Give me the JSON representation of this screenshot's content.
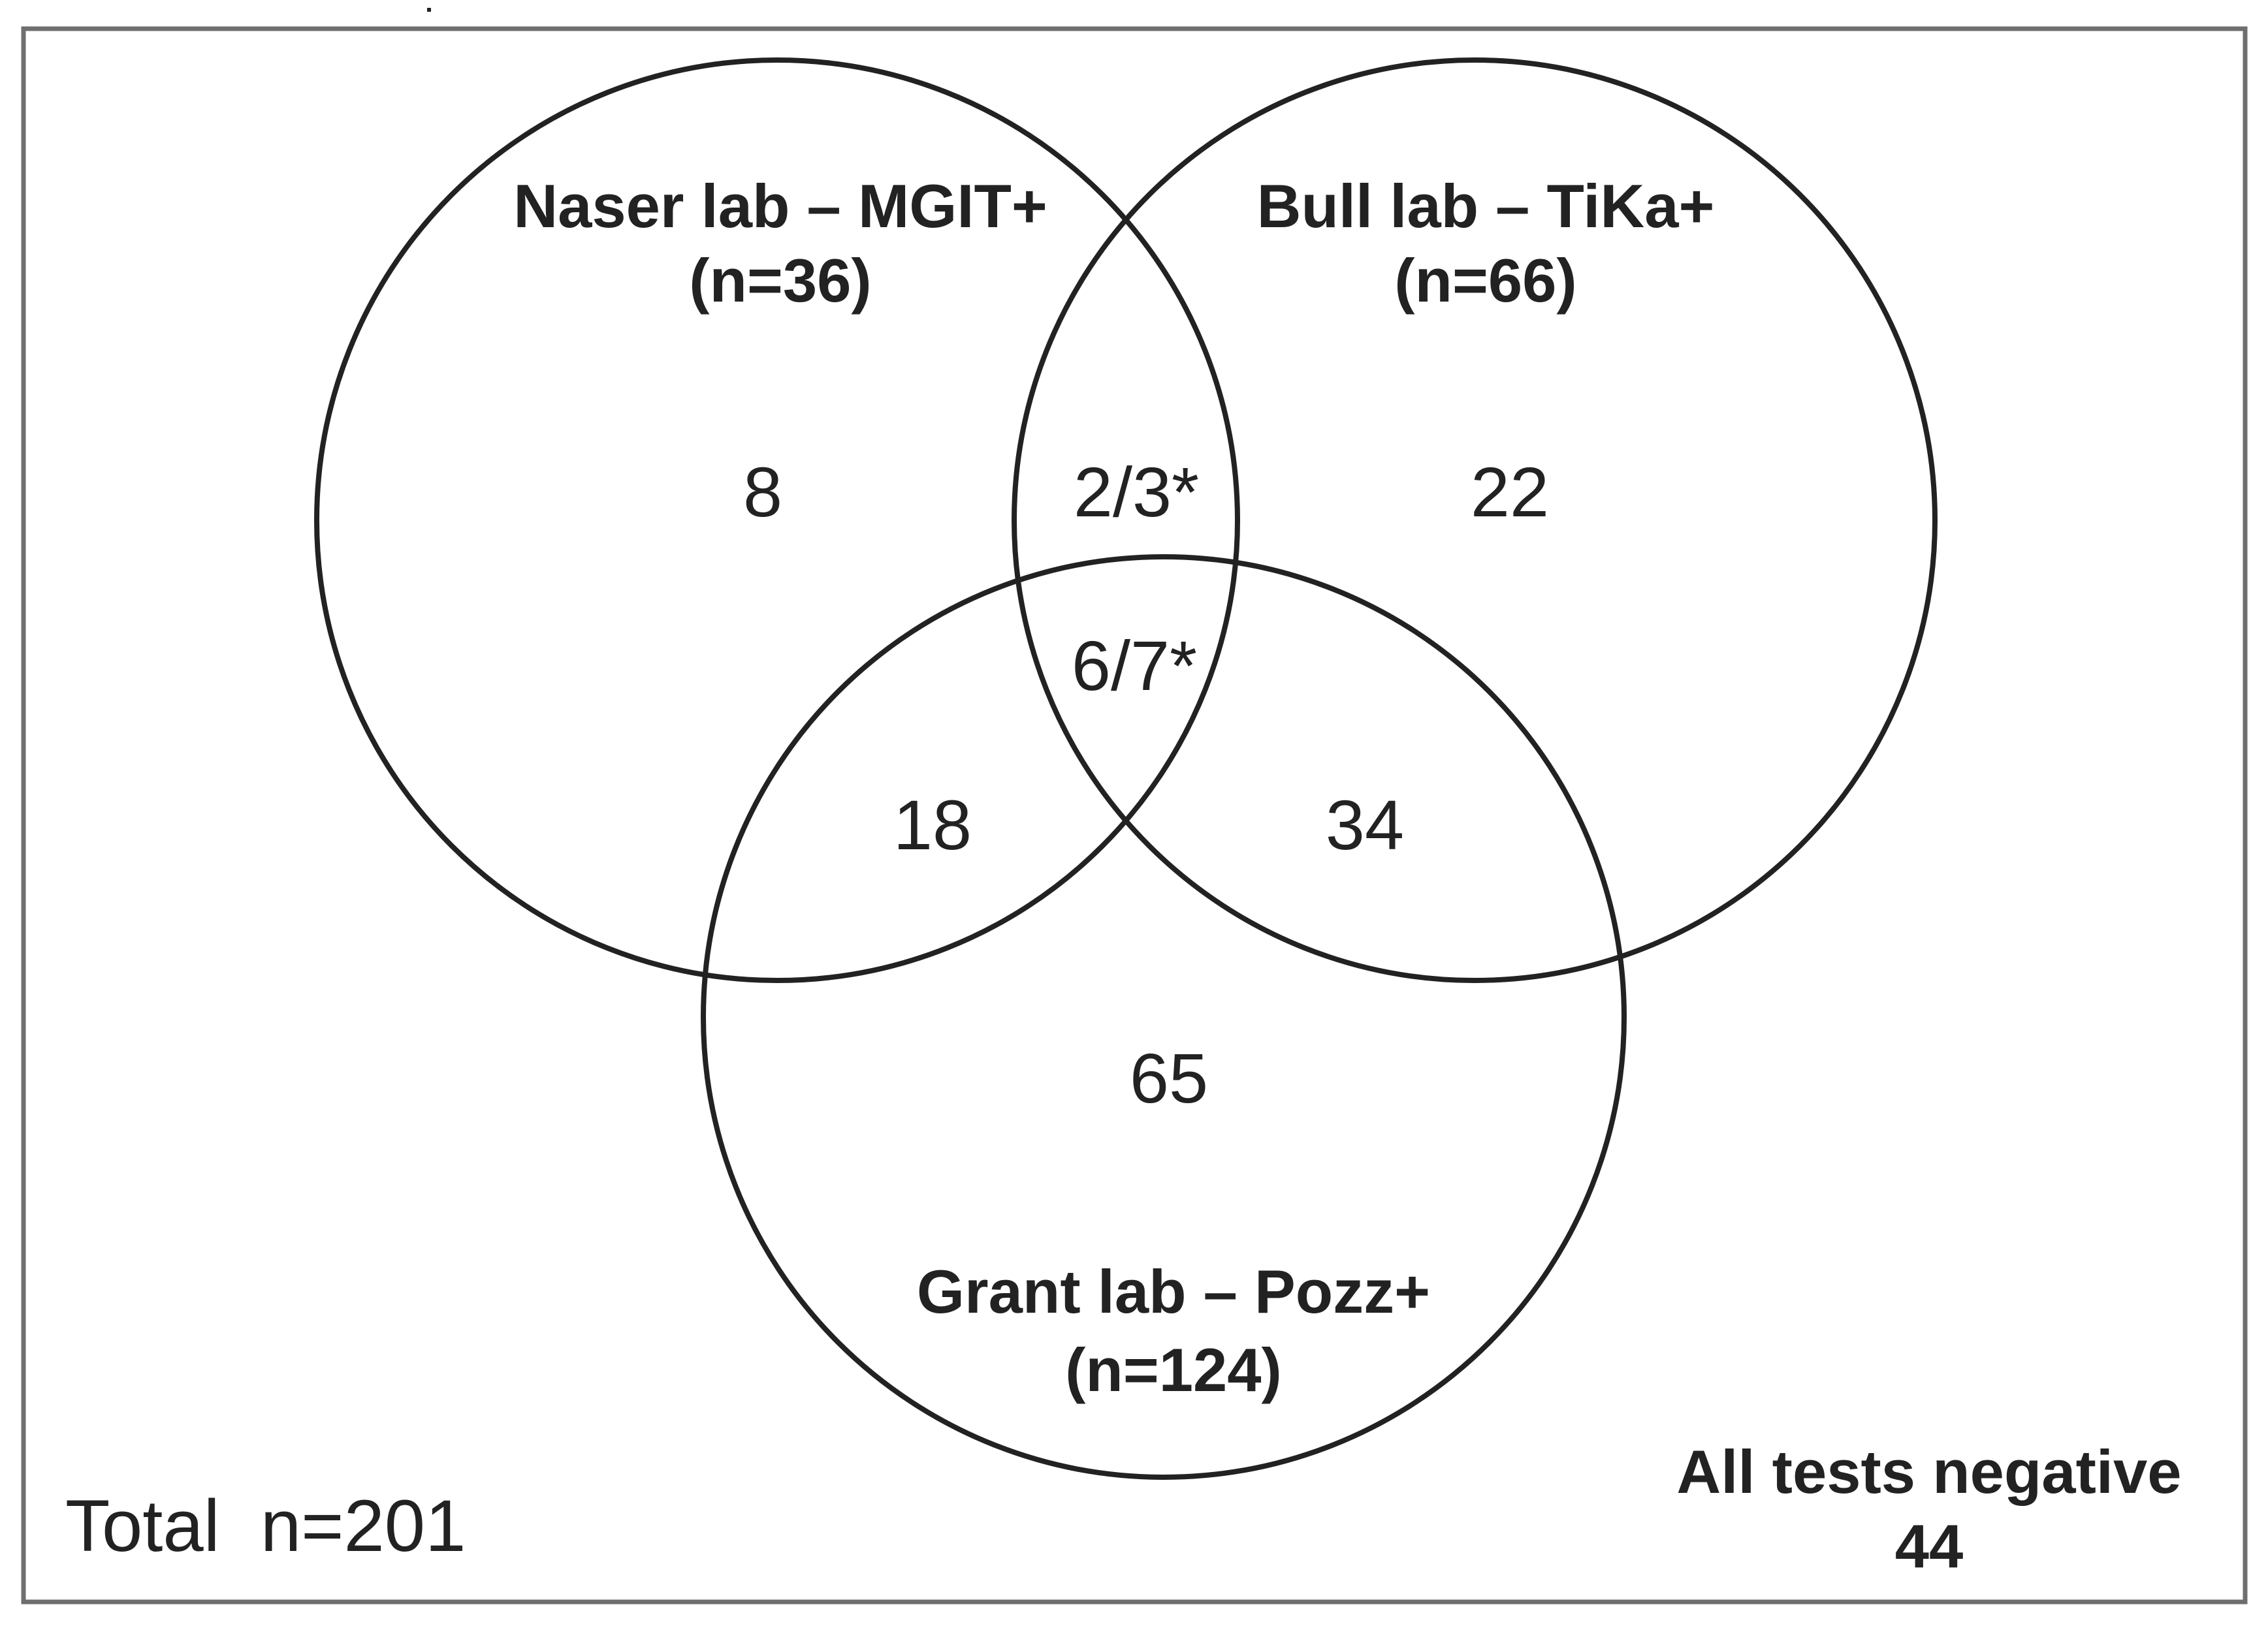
{
  "sets": [
    {
      "id": "naser",
      "title": "Naser lab – MGIT+",
      "count": "(n=36)"
    },
    {
      "id": "bull",
      "title": "Bull lab – TiKa+",
      "count": "(n=66)"
    },
    {
      "id": "grant",
      "title": "Grant lab – Pozz+",
      "count": "(n=124)"
    }
  ],
  "regions": {
    "naser_only": "8",
    "bull_only": "22",
    "naser_bull": "2/3*",
    "all_three": "6/7*",
    "naser_grant": "18",
    "bull_grant": "34",
    "grant_only": "65"
  },
  "total": "Total  n=201",
  "negative": {
    "label": "All tests negative",
    "value": "44"
  }
}
